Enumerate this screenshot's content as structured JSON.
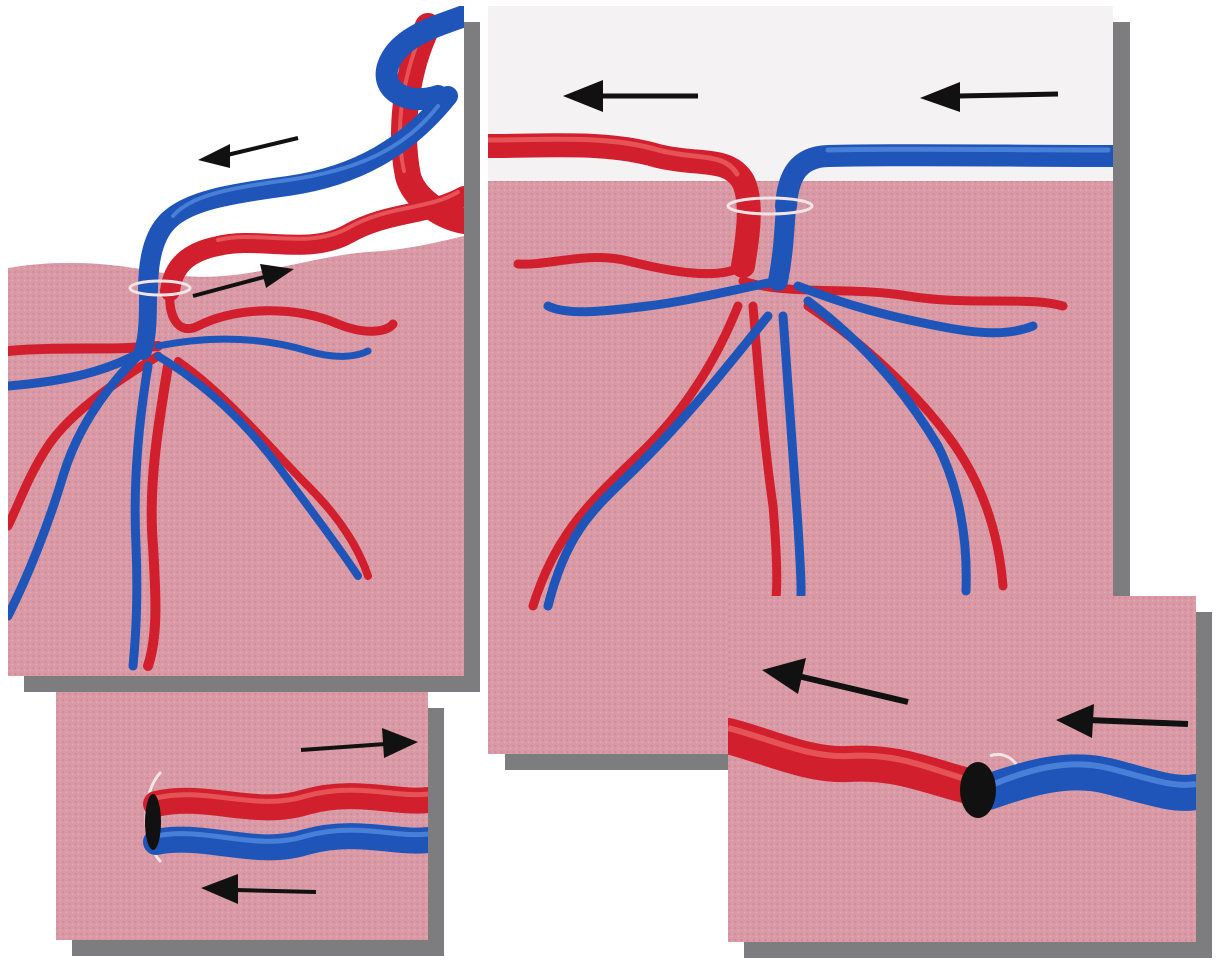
{
  "figure": {
    "panel_count": 4,
    "colors": {
      "tissue": "#d99aa6",
      "tissue_texture": "#c98492",
      "artery": "#d11f2e",
      "artery_highlight": "#f06a6a",
      "vein": "#1f55b8",
      "vein_highlight": "#5a93e6",
      "arrow": "#111111",
      "shadow": "#7d7d80",
      "background": "#ffffff"
    },
    "panels": [
      {
        "name": "panel-top-left",
        "content": "vessels-branching",
        "arrows": 2
      },
      {
        "name": "panel-top-right",
        "content": "vessels-branching",
        "arrows": 2
      },
      {
        "name": "panel-bottom-left",
        "content": "vessel-pair-looped",
        "arrows": 2
      },
      {
        "name": "panel-bottom-right",
        "content": "vessel-end-to-end",
        "arrows": 2
      }
    ]
  }
}
